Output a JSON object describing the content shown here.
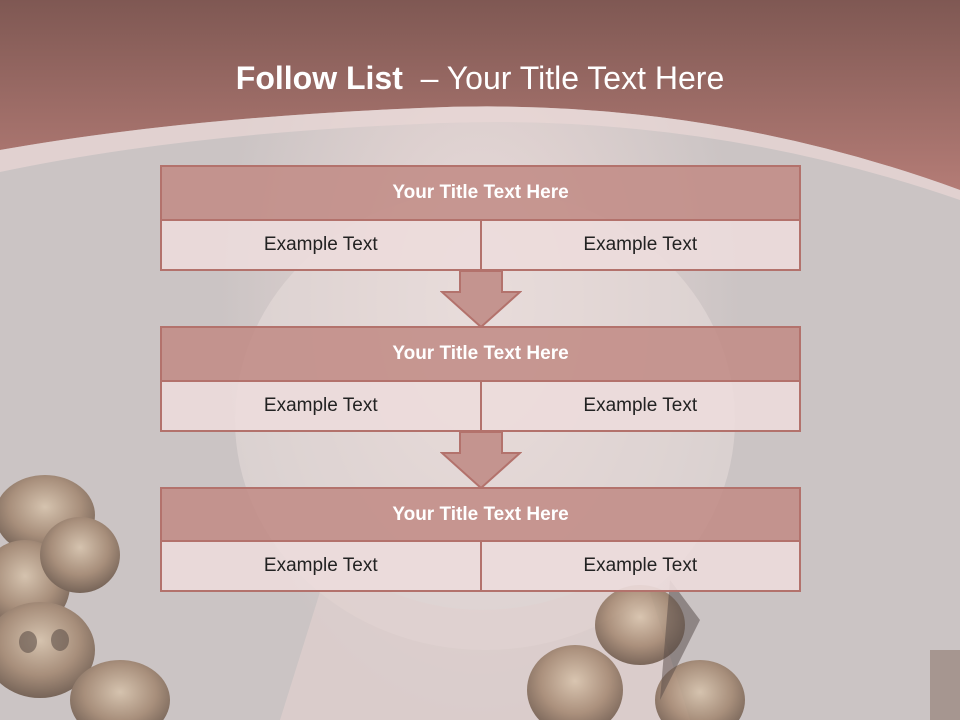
{
  "slide": {
    "title_bold": "Follow List",
    "title_rest": "  – Your Title Text Here",
    "blocks": [
      {
        "title": "Your Title Text Here",
        "left": "Example Text",
        "right": "Example Text"
      },
      {
        "title": "Your Title Text Here",
        "left": "Example Text",
        "right": "Example Text"
      },
      {
        "title": "Your Title Text Here",
        "left": "Example Text",
        "right": "Example Text"
      }
    ]
  },
  "colors": {
    "header": "#a86a64",
    "accent_border": "#b3726c",
    "box_head": "#c18c86",
    "box_cell": "#ecdcdb"
  },
  "icons": [
    "down-arrow-icon",
    "skull-decor"
  ]
}
